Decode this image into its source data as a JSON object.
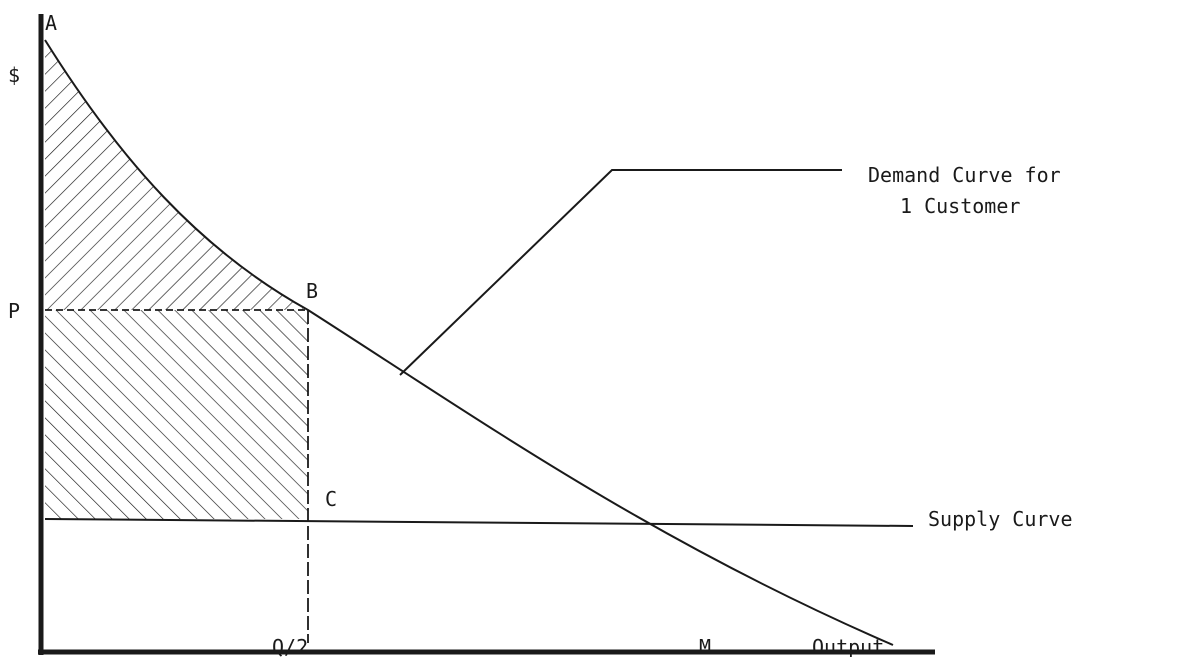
{
  "diagram": {
    "axis": {
      "y_label": "$",
      "x_label": "Output"
    },
    "points": {
      "a": "A",
      "b": "B",
      "c": "C",
      "p": "P",
      "q_half": "Q/2",
      "m": "M"
    },
    "annotations": {
      "demand_line1": "Demand Curve for",
      "demand_line2": "1 Customer",
      "supply": "Supply Curve"
    },
    "colors": {
      "ink": "#1a1a1a",
      "background": "#ffffff"
    }
  }
}
